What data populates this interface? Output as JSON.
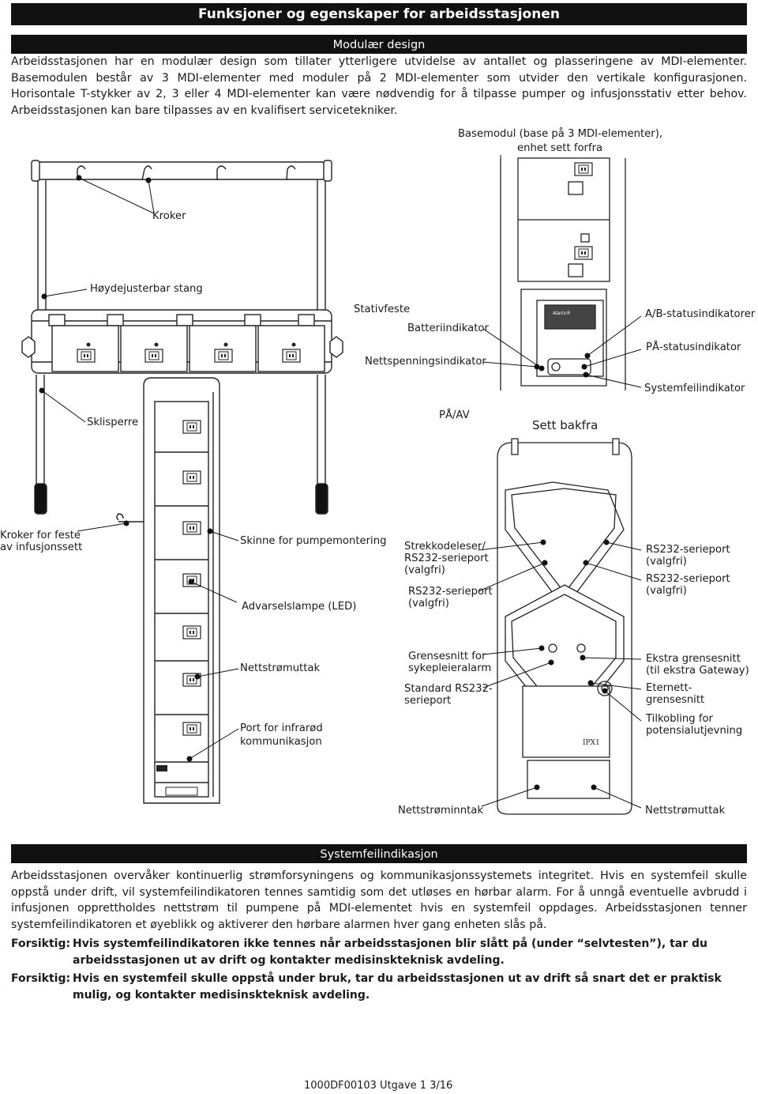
{
  "header": {
    "title": "Funksjoner og egenskaper for arbeidsstasjonen"
  },
  "modular": {
    "heading": "Modulær design",
    "text": "Arbeidsstasjonen har en modulær design som tillater ytterligere utvidelse av antallet og plasseringene av MDI-elementer. Basemodulen består av 3 MDI-elementer med moduler på 2 MDI-elementer som utvider den vertikale konfigurasjonen. Horisontale T-stykker av 2, 3 eller 4 MDI-elementer kan være nødvendig for å tilpasse pumper og infusjonsstativ etter behov. Arbeidsstasjonen kan bare tilpasses av en kvalifisert servicetekniker."
  },
  "figure": {
    "labels": {
      "basemodul_l1": "Basemodul (base på 3 MDI-elementer),",
      "basemodul_l2": "enhet sett forfra",
      "kroker": "Kroker",
      "hoydejusterbar": "Høydejusterbar stang",
      "stativfeste": "Stativfeste",
      "batteri": "Batteriindikator",
      "ab_status": "A/B-statusindikatorer",
      "pa_status": "PÅ-statusindikator",
      "nettspenning": "Nettspenningsindikator",
      "systemfeil": "Systemfeilindikator",
      "sklisperre": "Sklisperre",
      "pa_av": "PÅ/AV",
      "sett_bakfra": "Sett bakfra",
      "kroker_feste_l1": "Kroker for feste",
      "kroker_feste_l2": "av infusjonssett",
      "skinne": "Skinne for pumpemontering",
      "strekk_l1": "Strekkodeleser/",
      "strekk_l2": "RS232-serieport",
      "strekk_l3": "(valgfri)",
      "rs232_a_l1": "RS232-serieport",
      "rs232_a_l2": "(valgfri)",
      "rs232_b_l1": "RS232-serieport",
      "rs232_b_l2": "(valgfri)",
      "rs232_c_l1": "RS232-serieport",
      "rs232_c_l2": "(valgfri)",
      "advarsel": "Advarselslampe (LED)",
      "nettstromuttak_l": "Nettstrømuttak",
      "grense_l1": "Grensesnitt for",
      "grense_l2": "sykepleieralarm",
      "ekstra_l1": "Ekstra grensesnitt",
      "ekstra_l2": "(til ekstra Gateway)",
      "standard_l1": "Standard RS232-",
      "standard_l2": "serieport",
      "eternett_l1": "Eternett-",
      "eternett_l2": "grensesnitt",
      "tilkobling_l1": "Tilkobling for",
      "tilkobling_l2": "potensialutjevning",
      "port_ir_l1": "Port for infrarød",
      "port_ir_l2": "kommunikasjon",
      "nettstrominntak": "Nettstrøminntak",
      "nettstromuttak_r": "Nettstrømuttak",
      "brand_small": "Alaris®",
      "ipx1": "IPX1"
    }
  },
  "systemfeil": {
    "heading": "Systemfeilindikasjon",
    "text": "Arbeidsstasjonen overvåker kontinuerlig strømforsyningens og kommunikasjonssystemets integritet. Hvis en systemfeil skulle oppstå under drift, vil systemfeilindikatoren tennes samtidig som det utløses en hørbar alarm. For å unngå eventuelle avbrudd i infusjonen opprettholdes nettstrøm til pumpene på MDI-elementet hvis en systemfeil oppdages. Arbeidsstasjonen tenner systemfeilindikatoren et øyeblikk og aktiverer den hørbare alarmen hver gang enheten slås på."
  },
  "cautions": [
    {
      "label": "Forsiktig:",
      "text": "Hvis systemfeilindikatoren ikke tennes når arbeidsstasjonen blir slått på (under “selvtesten”), tar du arbeidsstasjonen ut av drift og kontakter medisinskteknisk avdeling."
    },
    {
      "label": "Forsiktig:",
      "text": "Hvis en systemfeil skulle oppstå under bruk, tar du arbeidsstasjonen ut av drift så snart det er praktisk mulig, og kontakter medisinskteknisk avdeling."
    }
  ],
  "footer": {
    "text": "1000DF00103 Utgave 1   3/16"
  }
}
